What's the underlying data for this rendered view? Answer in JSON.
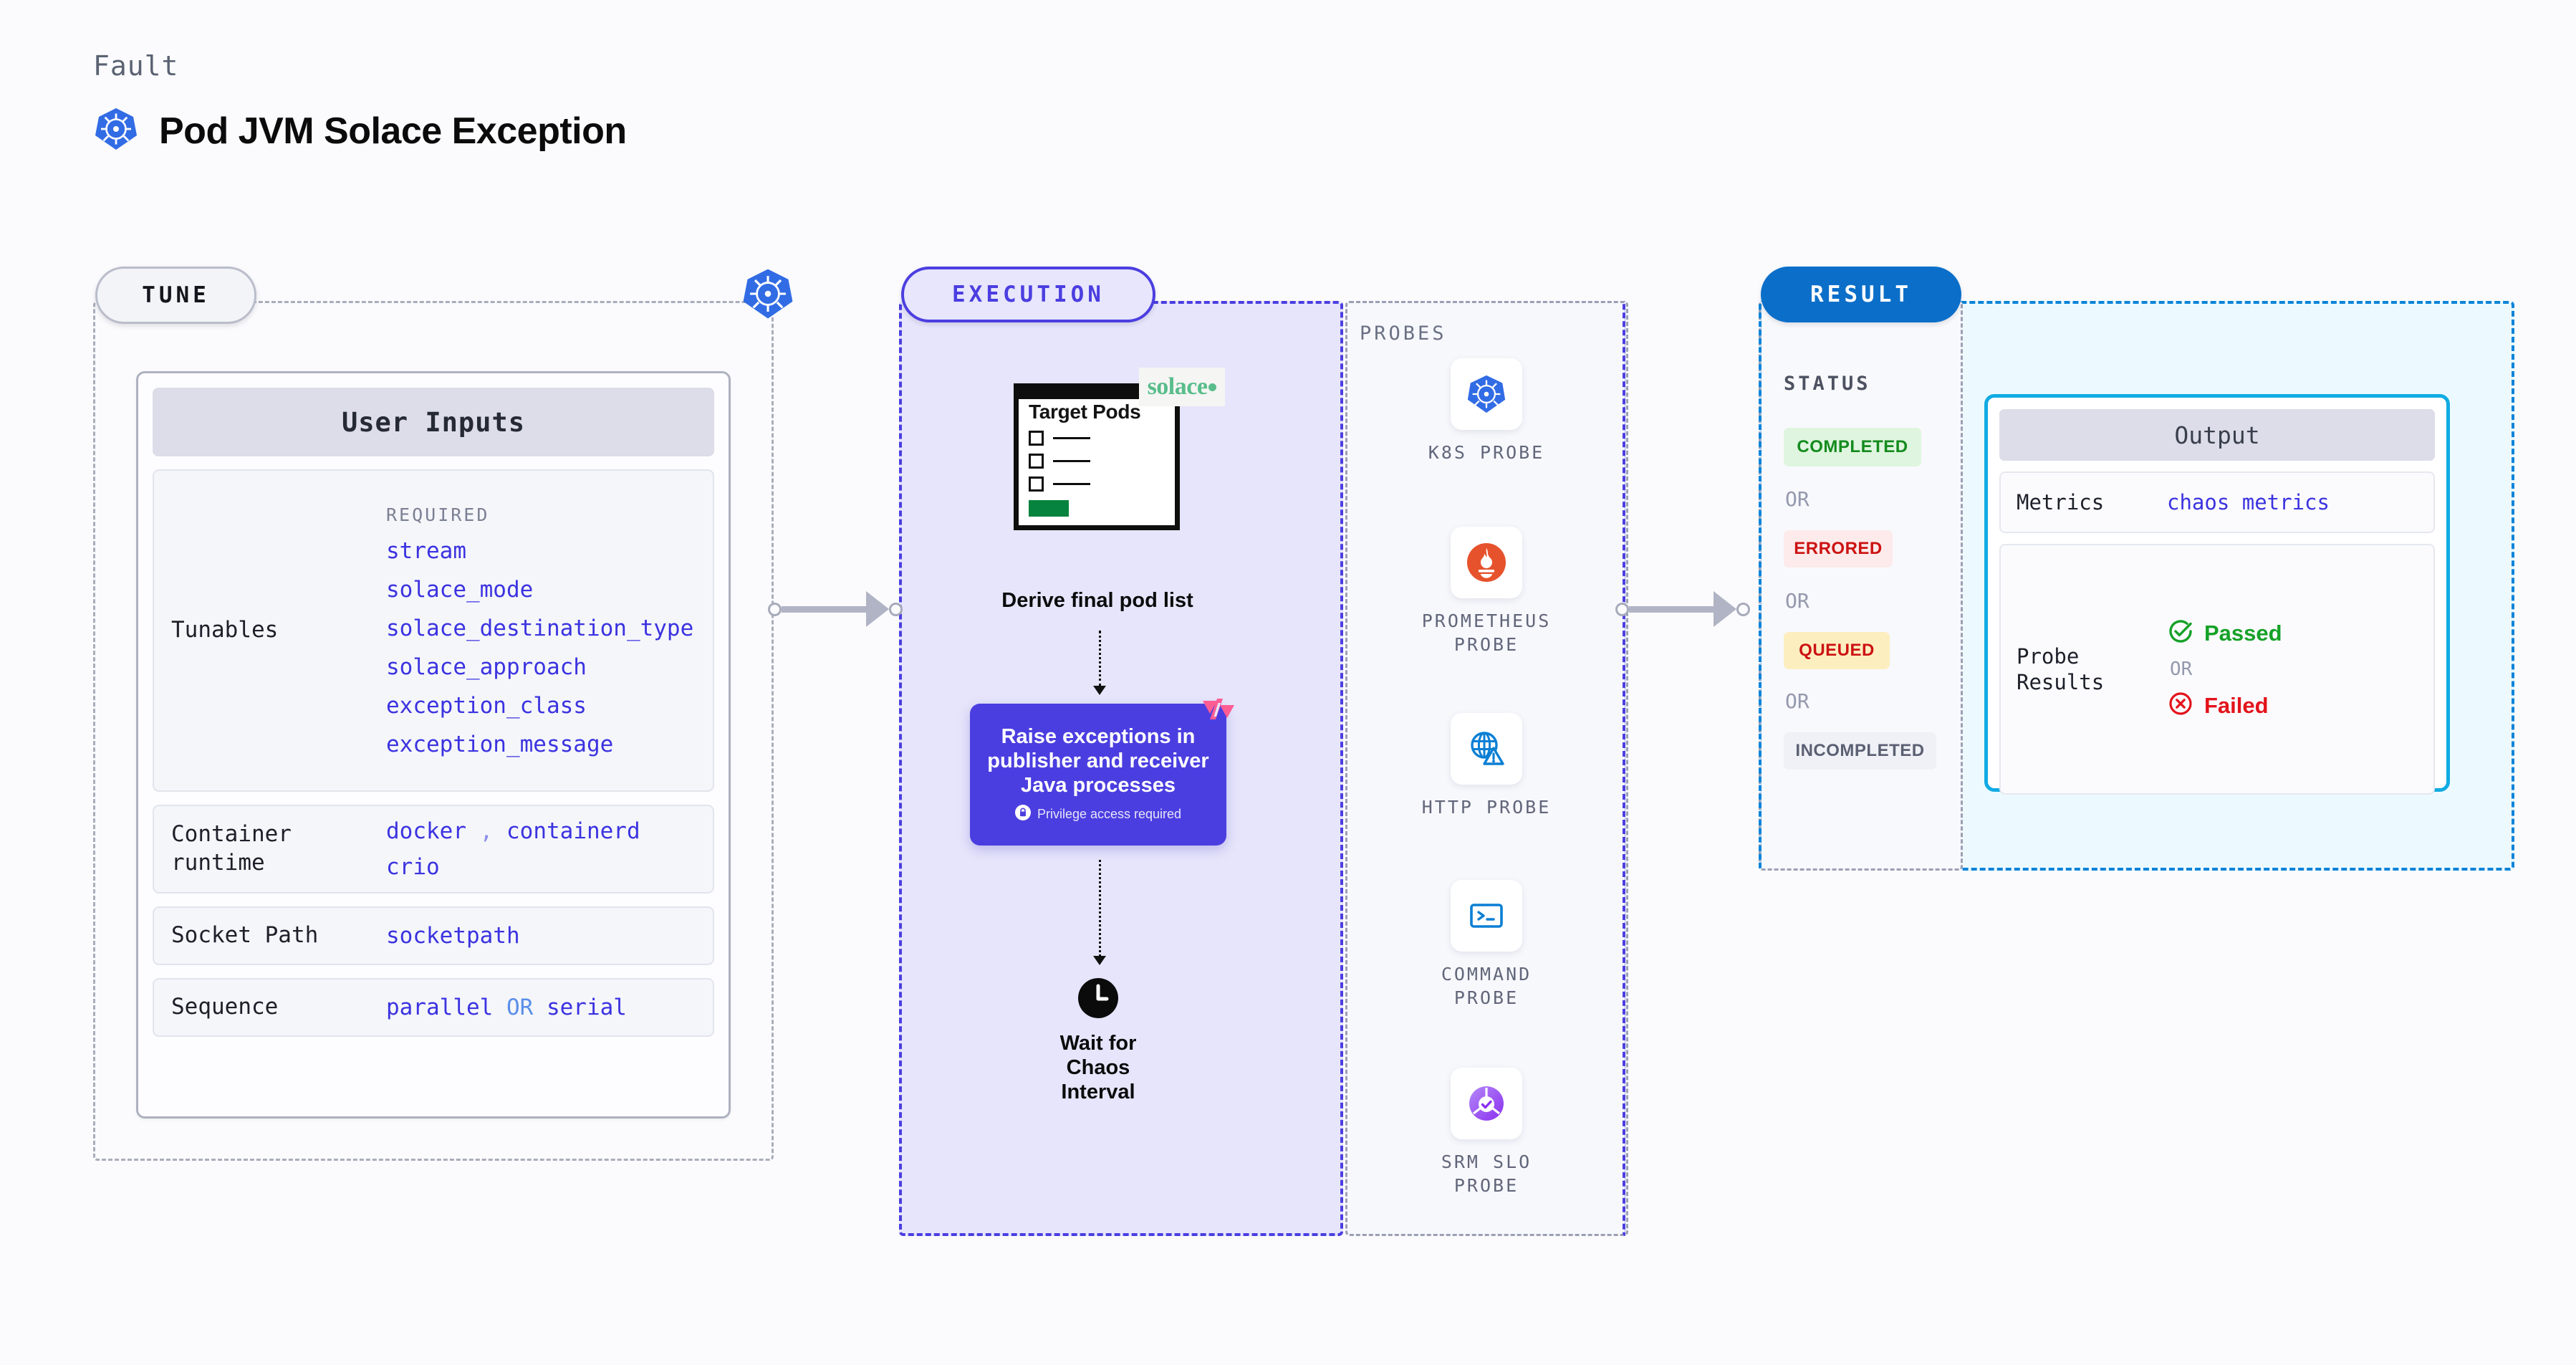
{
  "header": {
    "eyebrow": "Fault",
    "title": "Pod JVM Solace Exception",
    "icon": "kubernetes-icon"
  },
  "tune": {
    "pill_label": "TUNE",
    "badge_icon": "kubernetes-icon",
    "card_title": "User Inputs",
    "rows": [
      {
        "label": "Tunables",
        "required_header": "REQUIRED",
        "items": [
          "stream",
          "solace_mode",
          "solace_destination_type",
          "solace_approach",
          "exception_class",
          "exception_message"
        ]
      },
      {
        "label": "Container runtime",
        "values": [
          "docker",
          "containerd",
          "crio"
        ],
        "separator": ","
      },
      {
        "label": "Socket Path",
        "values": [
          "socketpath"
        ]
      },
      {
        "label": "Sequence",
        "values": [
          "parallel",
          "serial"
        ],
        "joiner": "OR"
      }
    ]
  },
  "execution": {
    "pill_label": "EXECUTION",
    "pods_card": {
      "title": "Target Pods",
      "brand": "solace",
      "brand_dot": "●"
    },
    "derive_label": "Derive final pod list",
    "action": {
      "text": "Raise exceptions in publisher and receiver Java processes",
      "privilege_note": "Privilege access required",
      "lock_icon": "lock-icon",
      "ribbon_icon": "litmus-logo-icon",
      "color": "#4b3ee0"
    },
    "wait": {
      "label": "Wait for Chaos Interval",
      "icon": "clock-icon"
    }
  },
  "probes": {
    "title": "PROBES",
    "items": [
      {
        "label": "K8S PROBE",
        "icon": "kubernetes-icon"
      },
      {
        "label": "PROMETHEUS PROBE",
        "icon": "prometheus-icon"
      },
      {
        "label": "HTTP PROBE",
        "icon": "globe-warning-icon"
      },
      {
        "label": "COMMAND PROBE",
        "icon": "terminal-icon"
      },
      {
        "label": "SRM SLO PROBE",
        "icon": "srm-slo-icon"
      }
    ]
  },
  "result": {
    "pill_label": "RESULT",
    "status_title": "STATUS",
    "or_label": "OR",
    "statuses": [
      {
        "label": "COMPLETED",
        "bg": "#dff5df",
        "fg": "#148b1e"
      },
      {
        "label": "ERRORED",
        "bg": "#fdeaea",
        "fg": "#cc1212"
      },
      {
        "label": "QUEUED",
        "bg": "#fdeec0",
        "fg": "#cc1212"
      },
      {
        "label": "INCOMPLETED",
        "bg": "#f0f1f6",
        "fg": "#5b6073"
      }
    ],
    "output": {
      "title": "Output",
      "metrics_label": "Metrics",
      "metrics_value": "chaos metrics",
      "probe_results_label": "Probe Results",
      "passed_label": "Passed",
      "failed_label": "Failed",
      "or_label": "OR",
      "passed_icon": "check-circle-icon",
      "failed_icon": "x-circle-icon"
    }
  }
}
